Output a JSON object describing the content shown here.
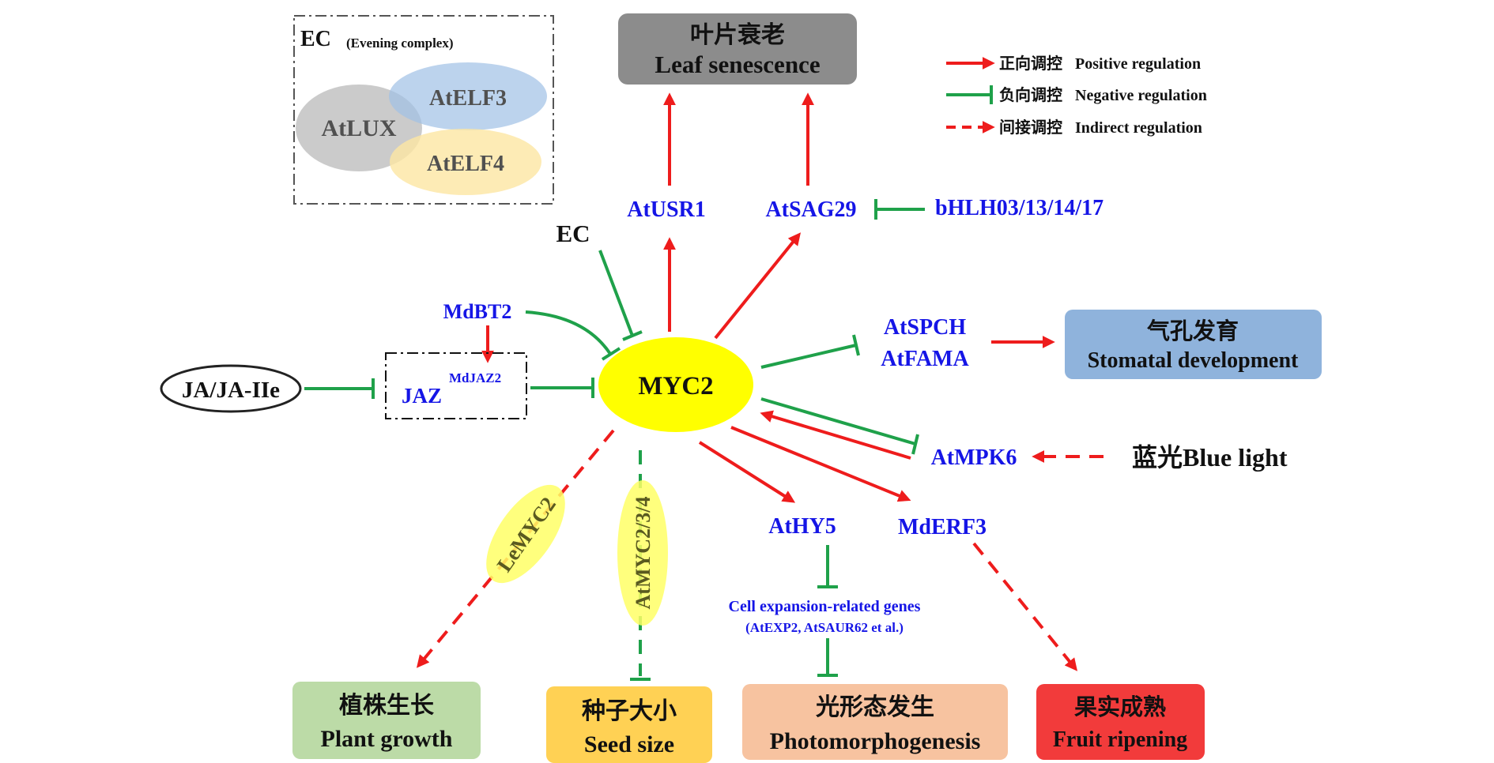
{
  "ec_box": {
    "title": "EC",
    "subtitle": "(Evening  complex)",
    "lux": "AtLUX",
    "elf3": "AtELF3",
    "elf4": "AtELF4"
  },
  "nodes": {
    "myc2": "MYC2",
    "ja": "JA/JA-IIe",
    "jaz": "JAZ",
    "mdjaz2": "MdJAZ2",
    "mdbt2": "MdBT2",
    "ec": "EC",
    "atusr1": "AtUSR1",
    "atsag29": "AtSAG29",
    "bhlh": "bHLH03/13/14/17",
    "atspch": "AtSPCH",
    "atfama": "AtFAMA",
    "atmpk6": "AtMPK6",
    "blue_light": "蓝光Blue light",
    "athy5": "AtHY5",
    "mderf3": "MdERF3",
    "cell_exp_1": "Cell expansion-related genes",
    "cell_exp_2": "(AtEXP2, AtSAUR62 et al.)",
    "lemyc2": "LeMYC2",
    "atmyc234": "AtMYC2/3/4"
  },
  "outcomes": {
    "leaf_zh": "叶片衰老",
    "leaf_en": "Leaf senescence",
    "stomatal_zh": "气孔发育",
    "stomatal_en": "Stomatal development",
    "plant_zh": "植株生长",
    "plant_en": "Plant growth",
    "seed_zh": "种子大小",
    "seed_en": "Seed size",
    "photo_zh": "光形态发生",
    "photo_en": "Photomorphogenesis",
    "fruit_zh": "果实成熟",
    "fruit_en": "Fruit ripening"
  },
  "legend": {
    "positive_zh": "正向调控",
    "positive_en": "Positive regulation",
    "negative_zh": "负向调控",
    "negative_en": "Negative regulation",
    "indirect_zh": "间接调控",
    "indirect_en": "Indirect regulation"
  },
  "colors": {
    "positive": "#ee1c1c",
    "negative": "#1fa14a",
    "gene_text": "#1515e6",
    "myc2_fill": "#ffff00",
    "leaf_box": "#8c8c8c",
    "stomatal_box": "#8fb3dc",
    "plant_box": "#bcdba7",
    "seed_box": "#ffd154",
    "photo_box": "#f7c3a0",
    "fruit_box": "#f23b3b"
  }
}
